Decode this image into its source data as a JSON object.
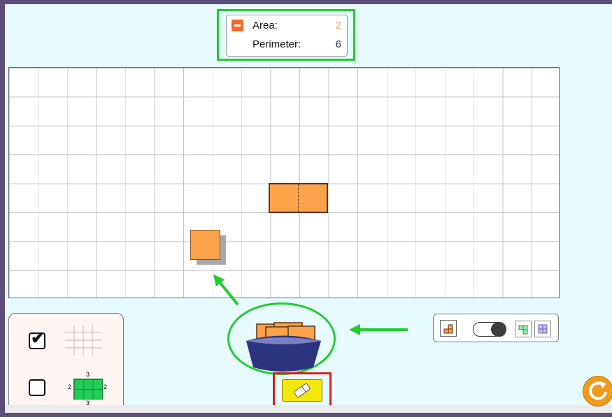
{
  "readout": {
    "area_label": "Area:",
    "area_value": "2",
    "perimeter_label": "Perimeter:",
    "perimeter_value": "6",
    "area_color": "#f5a35a"
  },
  "settings": {
    "grid_checked": true,
    "dimensions_checked": false,
    "dim_top": "3",
    "dim_left": "2",
    "dim_right": "2",
    "dim_bottom": "3"
  },
  "colors": {
    "highlight_green": "#22cc33",
    "highlight_red": "#d42020",
    "tile_orange": "#fba34a"
  },
  "icons": {
    "minus": "minus-icon",
    "eraser": "eraser-icon",
    "reset": "reset-icon",
    "grid": "grid-icon",
    "dimensions": "dimensions-icon"
  }
}
